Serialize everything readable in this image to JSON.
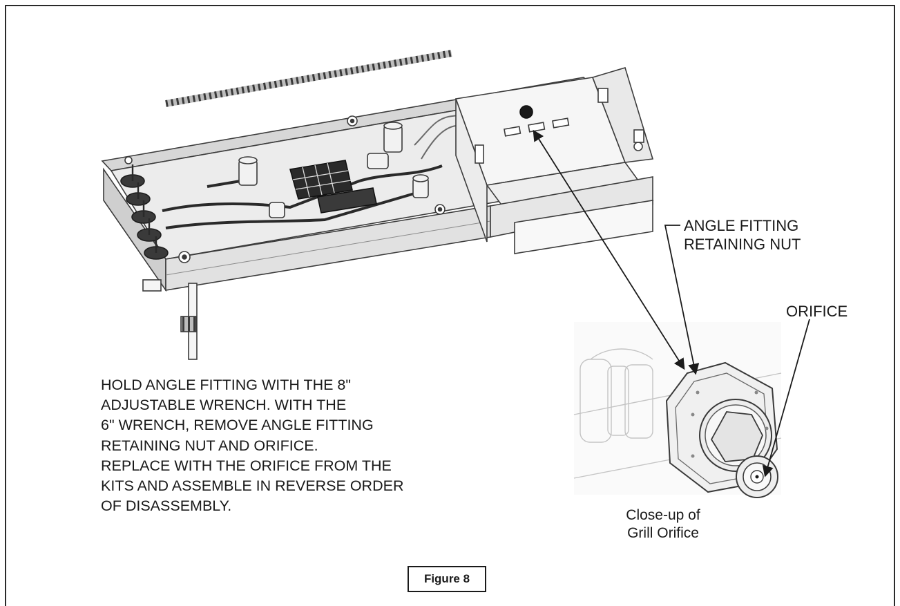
{
  "callouts": {
    "angle_fitting_line1": "ANGLE FITTING",
    "angle_fitting_line2": "RETAINING NUT",
    "orifice": "ORIFICE"
  },
  "instructions": [
    "HOLD ANGLE FITTING WITH THE 8\"",
    "ADJUSTABLE WRENCH. WITH THE",
    "6\" WRENCH, REMOVE ANGLE FITTING",
    "RETAINING NUT AND ORIFICE.",
    "REPLACE WITH THE ORIFICE FROM THE",
    "KITS AND ASSEMBLE IN REVERSE ORDER",
    "OF DISASSEMBLY."
  ],
  "closeup_caption": {
    "line1": "Close-up of",
    "line2": "Grill Orifice"
  },
  "figure_label": "Figure 8"
}
